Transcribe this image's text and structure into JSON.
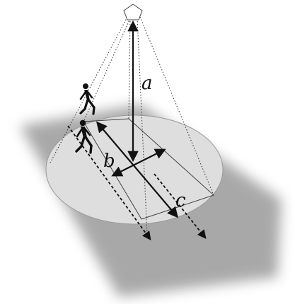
{
  "labels": {
    "a": "a",
    "b": "b",
    "c": "c"
  },
  "colors": {
    "shadow": "#8c8c8c",
    "ellipse_fill": "#dedede",
    "ellipse_stroke": "#9a9a9a",
    "line": "#111111",
    "sensor_fill": "#ffffff"
  },
  "icons": [
    "sensor-pentagon-icon",
    "walking-person-icon",
    "walking-person-icon"
  ]
}
